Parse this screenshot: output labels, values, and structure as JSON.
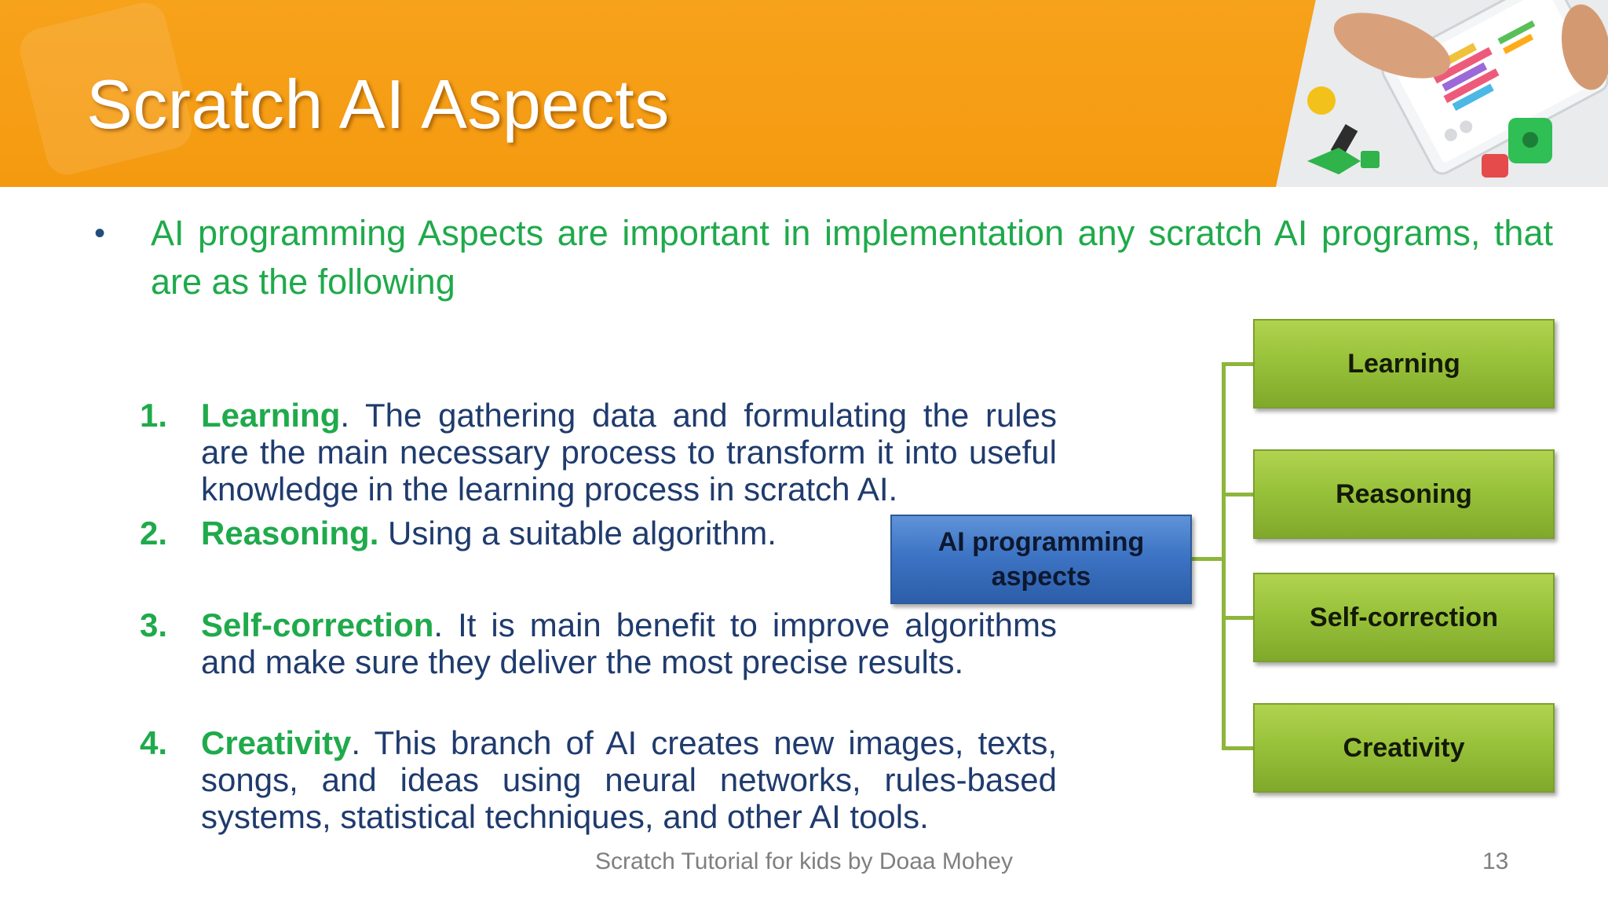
{
  "slide": {
    "title": "Scratch AI Aspects",
    "intro": "AI programming Aspects are important in implementation any scratch AI programs, that are as the following",
    "items": [
      {
        "number": "1.",
        "term": "Learning",
        "text": ". The gathering data and formulating the rules are the main necessary process to transform it into useful knowledge in the learning process in scratch AI."
      },
      {
        "number": "2.",
        "term": "Reasoning.",
        "text": " Using a suitable algorithm."
      },
      {
        "number": "3.",
        "term": "Self-correction",
        "text": ". It is main benefit to improve algorithms and make sure they deliver the most precise results."
      },
      {
        "number": "4.",
        "term": "Creativity",
        "text": ". This branch of AI creates new images, texts, songs, and ideas using neural networks, rules-based systems, statistical techniques, and other AI tools."
      }
    ]
  },
  "diagram": {
    "center": "AI programming aspects",
    "leaves": [
      "Learning",
      "Reasoning",
      "Self-correction",
      "Creativity"
    ],
    "colors": {
      "center_box": "#3d74c4",
      "leaf_box": "#99c23b",
      "connector": "#8db63b"
    }
  },
  "footer": {
    "caption": "Scratch Tutorial for kids by Doaa Mohey",
    "page_number": "13"
  },
  "colors": {
    "header": "#f49a10",
    "accent_green": "#1faa4b",
    "body_text": "#1f3b6e"
  }
}
